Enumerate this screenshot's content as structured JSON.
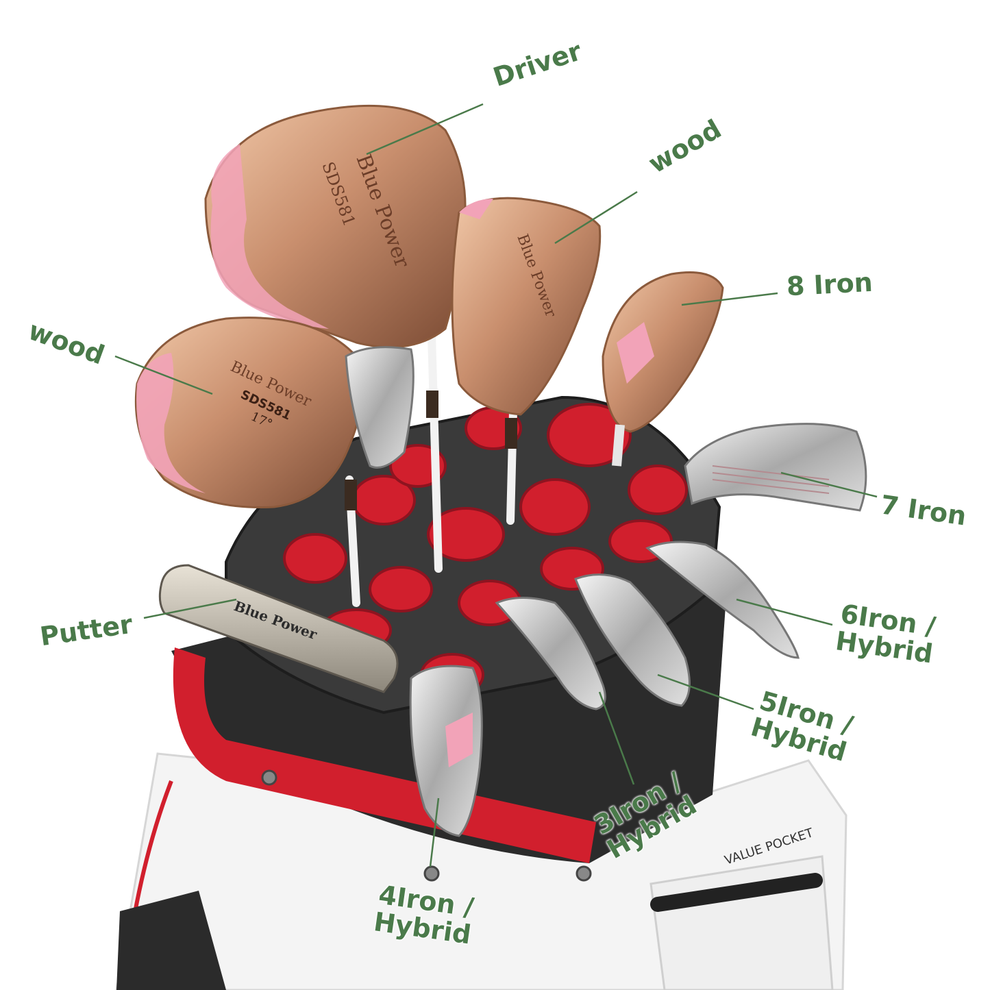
{
  "labels": {
    "driver": "Driver",
    "wood_upper": "wood",
    "wood_left": "wood",
    "iron8": "8 Iron",
    "iron7": "7 Iron",
    "putter": "Putter",
    "iron6": "6Iron /\nHybrid",
    "iron5": "5Iron /\nHybrid",
    "iron3": "3Iron /\nHybrid",
    "iron4": "4Iron /\nHybrid"
  },
  "club_text": {
    "brand": "Blue Power",
    "model": "SDS581",
    "loft": "17°",
    "pocket": "VALUE POCKET"
  },
  "colors": {
    "label_green": "#4a7a4a",
    "rose_gold": "#c98f6e",
    "pink": "#f2a3b8",
    "bag_red": "#d11f2d",
    "bag_black": "#2b2b2b",
    "bag_white": "#f4f4f4",
    "chrome": "#c9c9c9"
  }
}
